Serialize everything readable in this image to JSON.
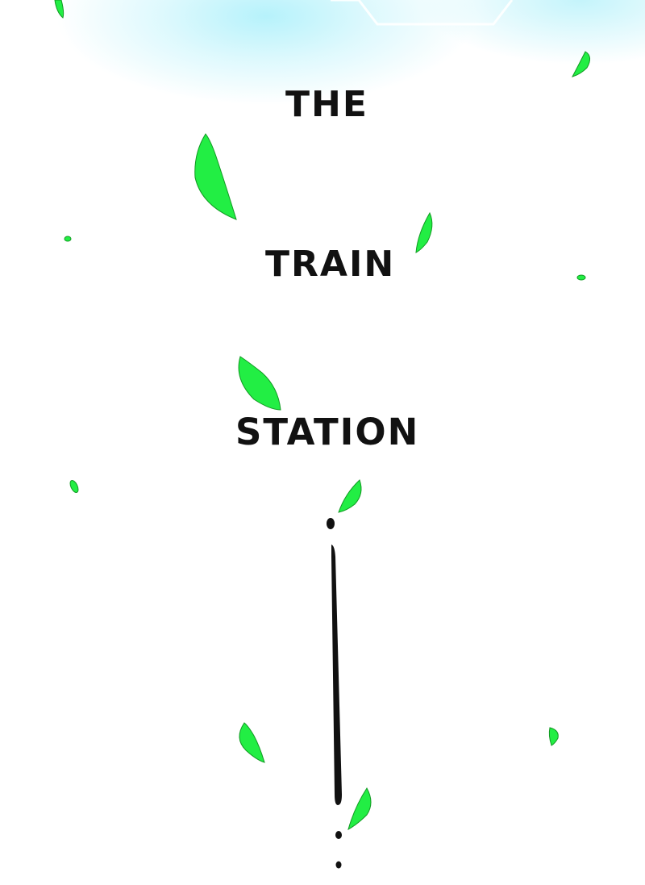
{
  "caption": {
    "line1": "THE",
    "line2": "TRAIN",
    "line3": "STATION"
  },
  "colors": {
    "leaf": "#22ee44",
    "leaf_outline": "#119922",
    "sky": "#b6f2fb",
    "ink": "#111111"
  }
}
